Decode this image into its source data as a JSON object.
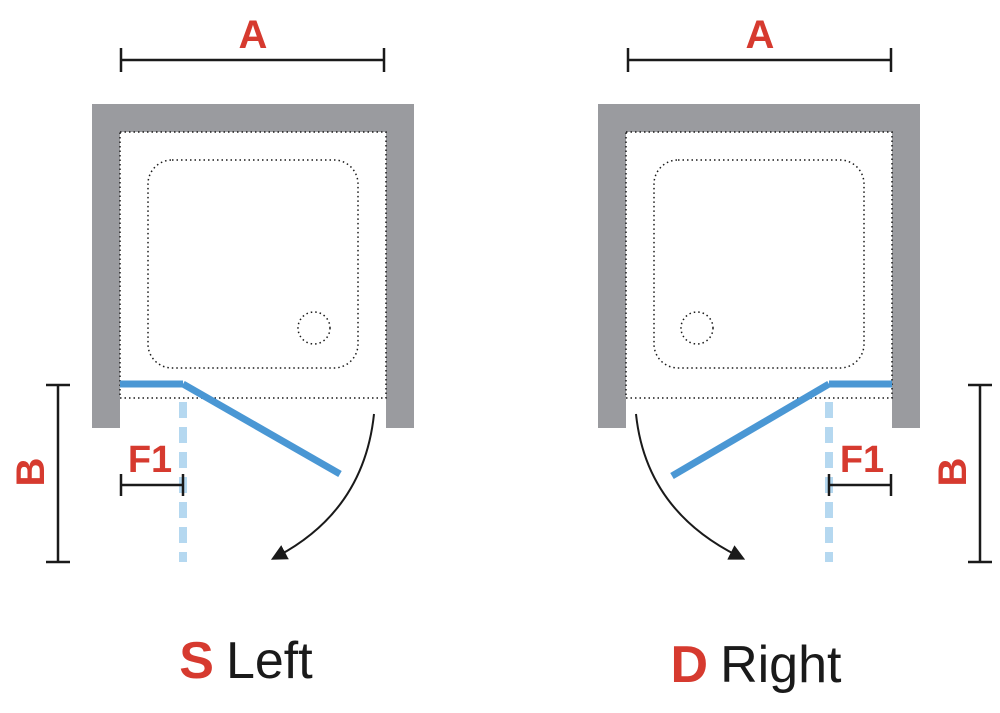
{
  "colors": {
    "wall": "#9a9b9f",
    "label_red": "#d63a2f",
    "glass_blue": "#4a97d4",
    "glass_light": "#b5d8f0",
    "ink": "#1a1a1a"
  },
  "left_variant": {
    "code": "S",
    "name": "Left",
    "width_label": "A",
    "depth_label": "B",
    "fixed_label": "F1"
  },
  "right_variant": {
    "code": "D",
    "name": "Right",
    "width_label": "A",
    "depth_label": "B",
    "fixed_label": "F1"
  }
}
